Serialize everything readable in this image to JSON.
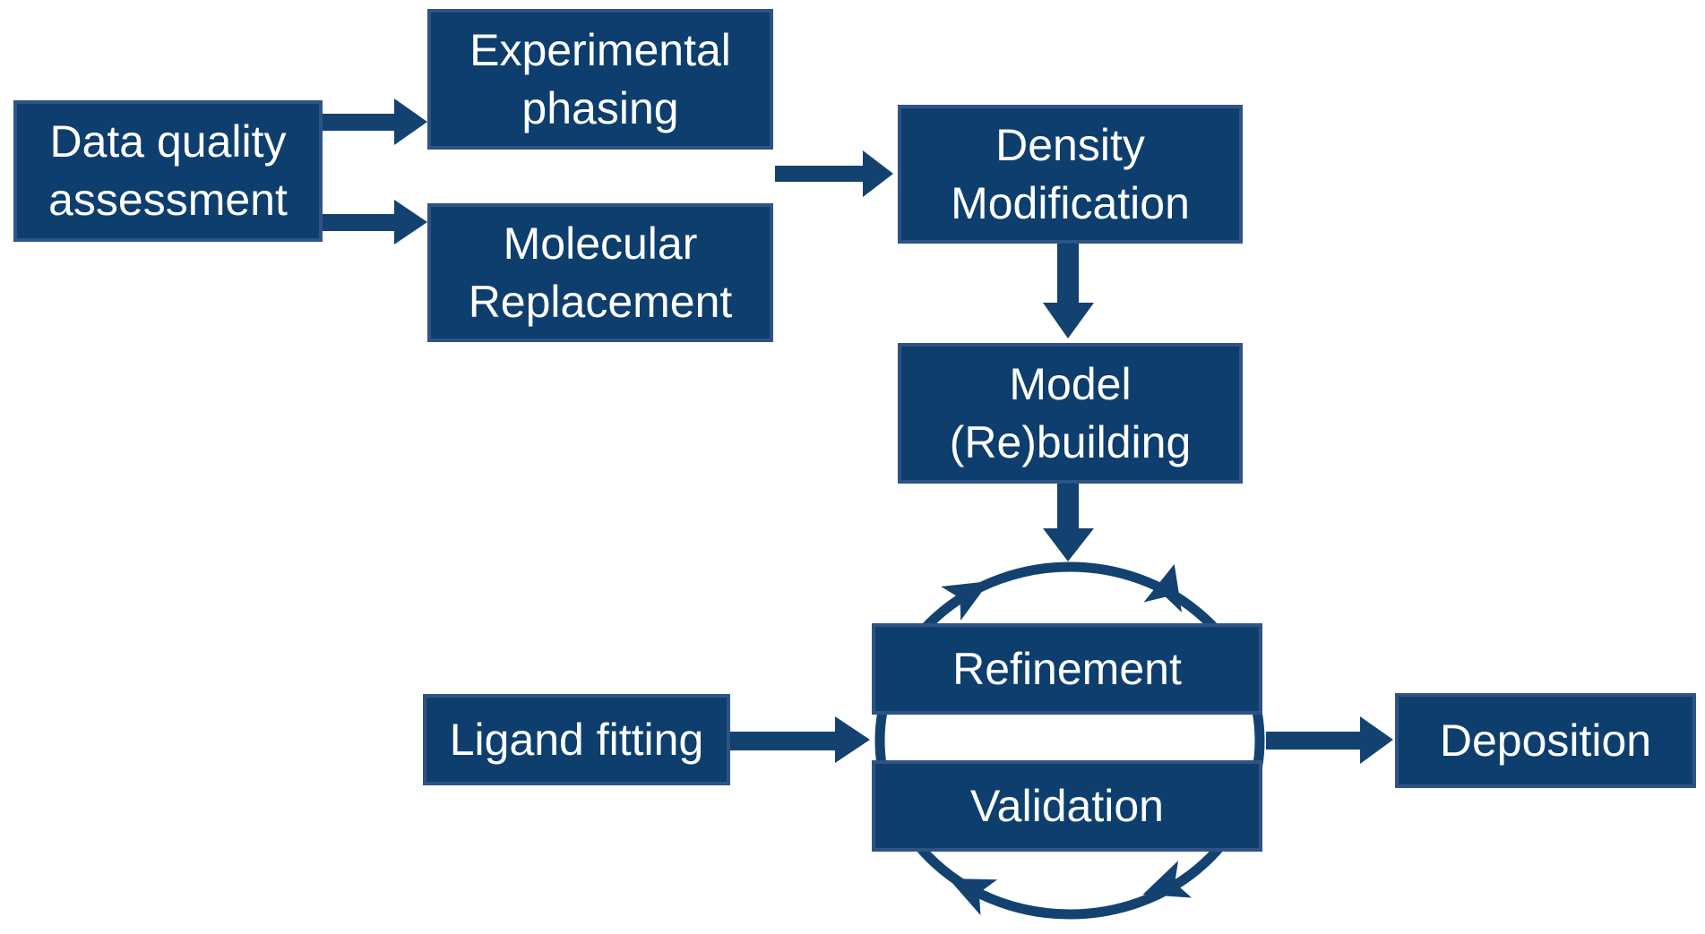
{
  "diagram_type": "flowchart",
  "colors": {
    "box_fill": "#0E3E6D",
    "box_border": "#2F5384",
    "arrow": "#134270",
    "text_color": "#FFFFFF",
    "bg": "#FFFFFF"
  },
  "nodes": {
    "data_quality_assessment": {
      "label": "Data quality assessment"
    },
    "experimental_phasing": {
      "label": "Experimental phasing"
    },
    "molecular_replacement": {
      "label": "Molecular Replacement"
    },
    "density_modification": {
      "label": "Density Modification"
    },
    "model_rebuilding": {
      "label": "Model (Re)building"
    },
    "refinement": {
      "label": "Refinement"
    },
    "validation": {
      "label": "Validation"
    },
    "ligand_fitting": {
      "label": "Ligand fitting"
    },
    "deposition": {
      "label": "Deposition"
    }
  },
  "edges": [
    {
      "from": "data_quality_assessment",
      "to": "experimental_phasing"
    },
    {
      "from": "data_quality_assessment",
      "to": "molecular_replacement"
    },
    {
      "from": [
        "experimental_phasing",
        "molecular_replacement"
      ],
      "to": "density_modification"
    },
    {
      "from": "density_modification",
      "to": "model_rebuilding"
    },
    {
      "from": "model_rebuilding",
      "to": "refinement_validation_cycle"
    },
    {
      "from": "ligand_fitting",
      "to": "refinement_validation_cycle"
    },
    {
      "from": "refinement_validation_cycle",
      "to": "deposition"
    }
  ],
  "cycle": {
    "members": [
      "Refinement",
      "Validation"
    ],
    "direction": "clockwise",
    "arrowheads": 4
  }
}
